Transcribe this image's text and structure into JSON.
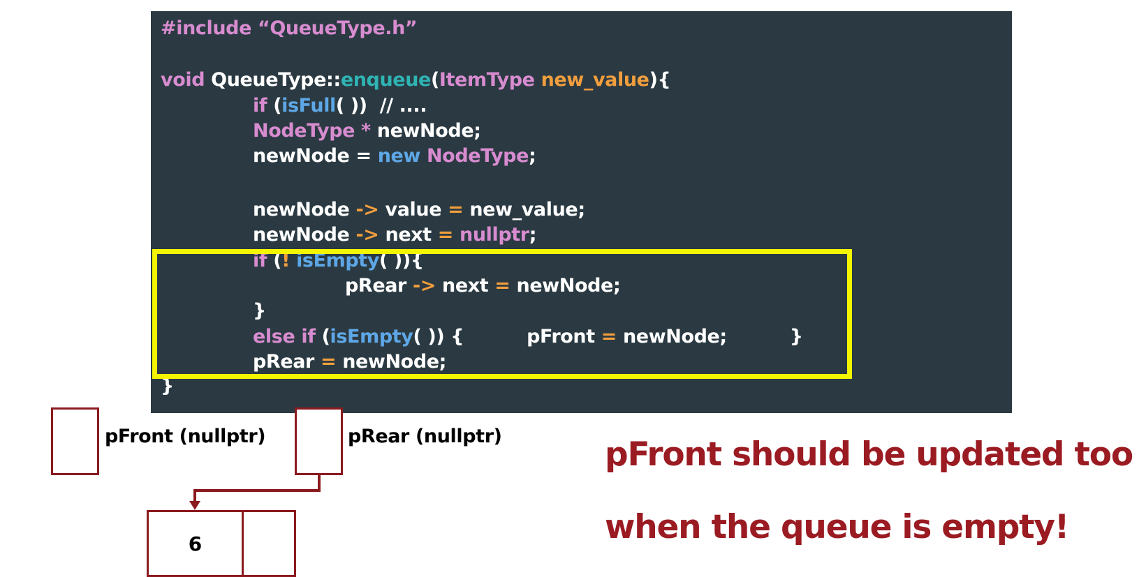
{
  "code": {
    "lines": [
      [
        {
          "t": "#include “QueueType.h”",
          "c": "pink"
        }
      ],
      [],
      [
        {
          "t": "void ",
          "c": "pink"
        },
        {
          "t": "QueueType::",
          "c": "white"
        },
        {
          "t": "enqueue",
          "c": "teal"
        },
        {
          "t": "(",
          "c": "white"
        },
        {
          "t": "ItemType ",
          "c": "pink"
        },
        {
          "t": "new_value",
          "c": "orange"
        },
        {
          "t": "){",
          "c": "white"
        }
      ],
      [
        {
          "t": "if ",
          "c": "pink"
        },
        {
          "t": "(",
          "c": "white"
        },
        {
          "t": "isFull",
          "c": "blue"
        },
        {
          "t": "( ))  // ....",
          "c": "white"
        }
      ],
      [
        {
          "t": "NodeType * ",
          "c": "pink"
        },
        {
          "t": "newNode;",
          "c": "white"
        }
      ],
      [
        {
          "t": "newNode = ",
          "c": "white"
        },
        {
          "t": "new ",
          "c": "blue"
        },
        {
          "t": "NodeType",
          "c": "pink"
        },
        {
          "t": ";",
          "c": "white"
        }
      ],
      [],
      [
        {
          "t": "newNode ",
          "c": "white"
        },
        {
          "t": "-> ",
          "c": "orange"
        },
        {
          "t": "value ",
          "c": "white"
        },
        {
          "t": "= ",
          "c": "orange"
        },
        {
          "t": "new_value;",
          "c": "white"
        }
      ],
      [
        {
          "t": "newNode ",
          "c": "white"
        },
        {
          "t": "-> ",
          "c": "orange"
        },
        {
          "t": "next ",
          "c": "white"
        },
        {
          "t": "= ",
          "c": "orange"
        },
        {
          "t": "nullptr",
          "c": "pink"
        },
        {
          "t": ";",
          "c": "white"
        }
      ],
      [
        {
          "t": "if ",
          "c": "pink"
        },
        {
          "t": "(",
          "c": "white"
        },
        {
          "t": "! ",
          "c": "orange"
        },
        {
          "t": "isEmpty",
          "c": "blue"
        },
        {
          "t": "( )){",
          "c": "white"
        }
      ],
      [
        {
          "t": "pRear ",
          "c": "white"
        },
        {
          "t": "-> ",
          "c": "orange"
        },
        {
          "t": "next ",
          "c": "white"
        },
        {
          "t": "= ",
          "c": "orange"
        },
        {
          "t": "newNode;",
          "c": "white"
        }
      ],
      [
        {
          "t": "}",
          "c": "white"
        }
      ],
      [
        {
          "t": "else if ",
          "c": "pink"
        },
        {
          "t": "(",
          "c": "white"
        },
        {
          "t": "isEmpty",
          "c": "blue"
        },
        {
          "t": "( )) {          ",
          "c": "white"
        },
        {
          "t": "pFront ",
          "c": "white"
        },
        {
          "t": "= ",
          "c": "orange"
        },
        {
          "t": "newNode;          }",
          "c": "white"
        }
      ],
      [
        {
          "t": "pRear ",
          "c": "white"
        },
        {
          "t": "= ",
          "c": "orange"
        },
        {
          "t": "newNode;",
          "c": "white"
        }
      ],
      [
        {
          "t": "}",
          "c": "white"
        }
      ]
    ]
  },
  "diagram": {
    "pfront_label": "pFront (nullptr)",
    "prear_label": "pRear (nullptr)",
    "node_value": "6"
  },
  "note": {
    "line1": "pFront should be updated too",
    "line2": "when the queue is empty!"
  },
  "colors": {
    "panel_bg": "#2b3a42",
    "highlight": "#f5f500",
    "box_border": "#8b1a1f",
    "note_text": "#9b1b22",
    "pink": "#d88cd0",
    "teal": "#2fb3b3",
    "orange": "#f29e3d",
    "blue": "#5ea7e6"
  }
}
